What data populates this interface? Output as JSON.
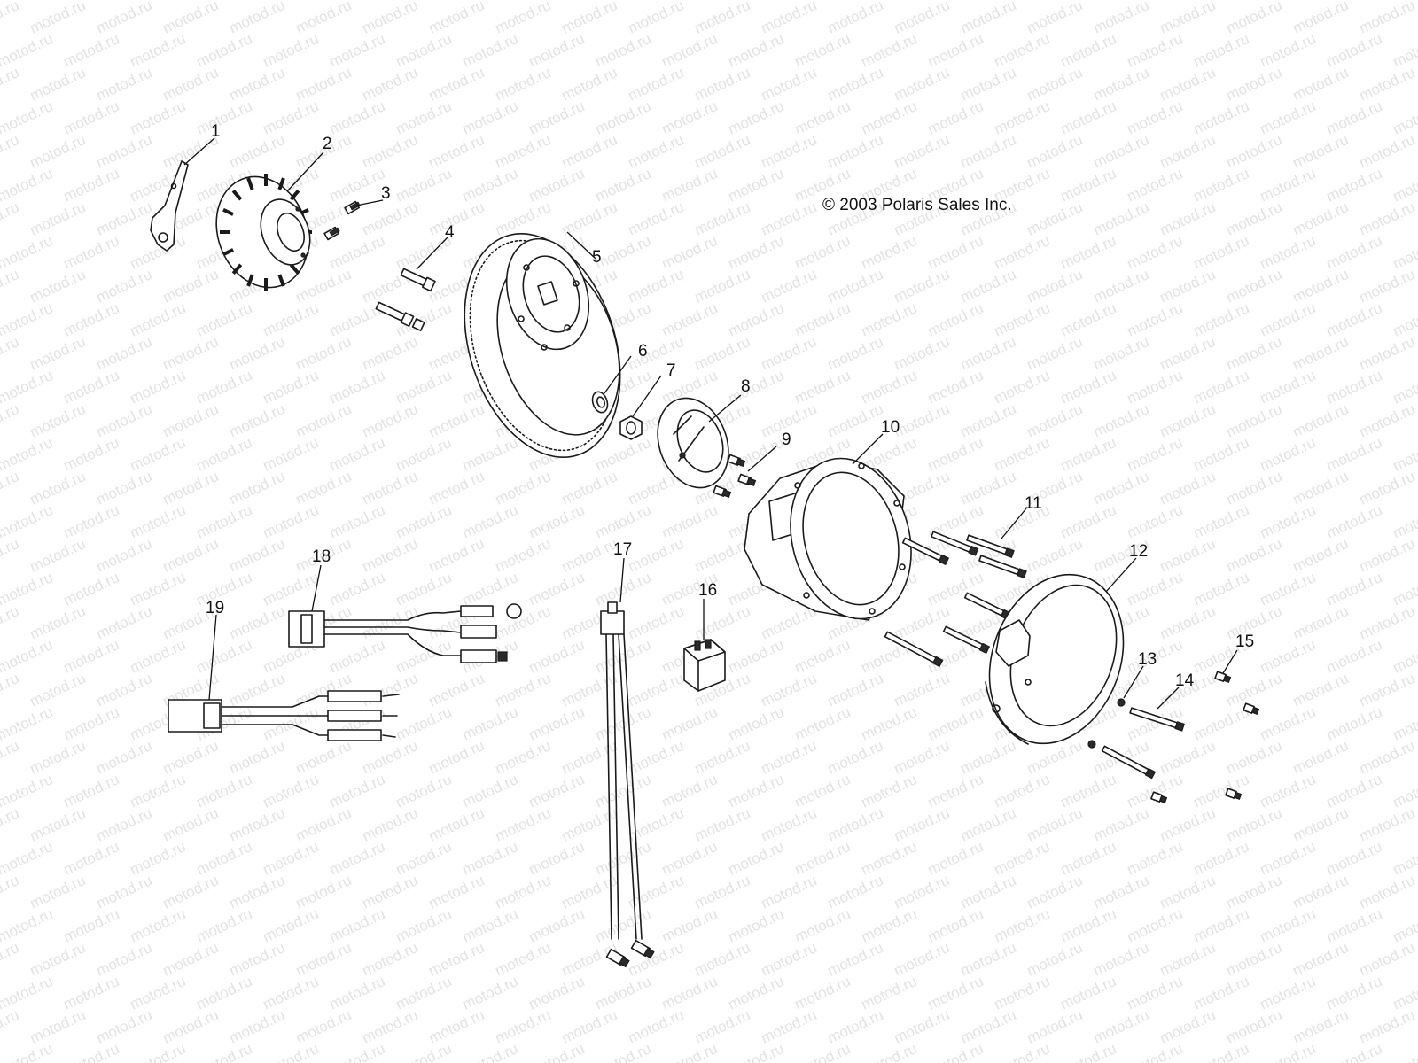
{
  "copyright": "© 2003 Polaris Sales Inc.",
  "watermark": "motod.ru",
  "callouts": [
    {
      "id": "1",
      "label": "1"
    },
    {
      "id": "2",
      "label": "2"
    },
    {
      "id": "3",
      "label": "3"
    },
    {
      "id": "4",
      "label": "4"
    },
    {
      "id": "5",
      "label": "5"
    },
    {
      "id": "6",
      "label": "6"
    },
    {
      "id": "7",
      "label": "7"
    },
    {
      "id": "8",
      "label": "8"
    },
    {
      "id": "9",
      "label": "9"
    },
    {
      "id": "10",
      "label": "10"
    },
    {
      "id": "11",
      "label": "11"
    },
    {
      "id": "12",
      "label": "12"
    },
    {
      "id": "13",
      "label": "13"
    },
    {
      "id": "14",
      "label": "14"
    },
    {
      "id": "15",
      "label": "15"
    },
    {
      "id": "16",
      "label": "16"
    },
    {
      "id": "17",
      "label": "17"
    },
    {
      "id": "18",
      "label": "18"
    },
    {
      "id": "19",
      "label": "19"
    }
  ]
}
